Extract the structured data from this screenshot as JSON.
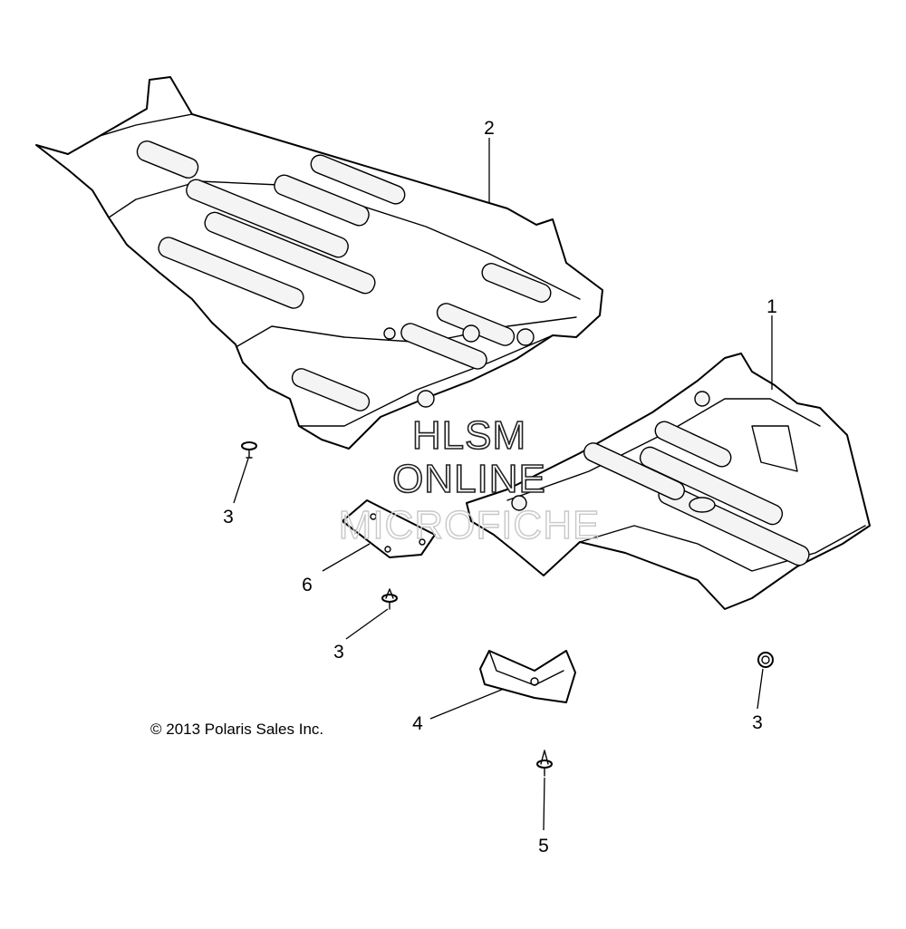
{
  "callouts": [
    {
      "id": "2",
      "label": "2"
    },
    {
      "id": "1",
      "label": "1"
    },
    {
      "id": "3a",
      "label": "3"
    },
    {
      "id": "6",
      "label": "6"
    },
    {
      "id": "3b",
      "label": "3"
    },
    {
      "id": "4",
      "label": "4"
    },
    {
      "id": "3c",
      "label": "3"
    },
    {
      "id": "5",
      "label": "5"
    }
  ],
  "copyright": "© 2013 Polaris Sales Inc.",
  "watermark": {
    "line1": "HLSM",
    "line2": "ONLINE",
    "line3": "MICROFICHE"
  }
}
